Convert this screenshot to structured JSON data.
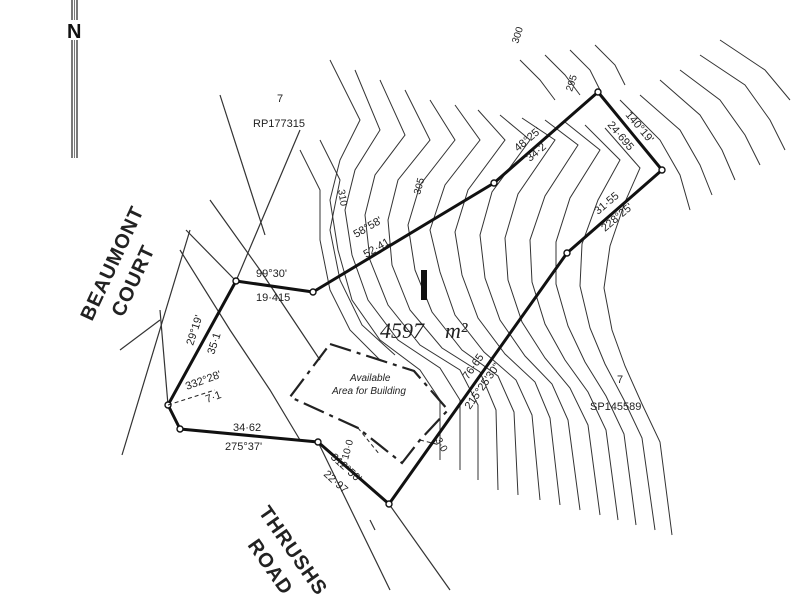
{
  "north": {
    "label": "N"
  },
  "roads": {
    "beaumont_1": "BEAUMONT",
    "beaumont_2": "COURT",
    "thrushs_1": "THRUSHS",
    "thrushs_2": "ROAD"
  },
  "lots": {
    "north_lot": "7",
    "north_plan": "RP177315",
    "east_lot": "7",
    "east_plan": "SP145589"
  },
  "area": {
    "value": "4597",
    "unit": "m²"
  },
  "building": {
    "line1": "Available",
    "line2": "Area for Building",
    "setback_1": "10·0",
    "setback_2": "3·0"
  },
  "contours": {
    "c300": "300",
    "c295": "295",
    "c305": "305",
    "c310": "310"
  },
  "boundary": {
    "top_bearing": "99°30'",
    "top_dist": "19·415",
    "ne_bearing": "58°58'",
    "ne_dist": "52·41",
    "n_bearing": "48°25'",
    "n_dist": "34·2",
    "nee_bearing": "140°19'",
    "nee_dist": "24·695",
    "e_bearing": "228°25'",
    "e_dist": "31·55",
    "se_bearing": "215°25'30\"",
    "se_dist": "76·65",
    "s_bearing": "312°50'",
    "s_dist": "22·97",
    "sw_bearing": "275°37'",
    "sw_dist": "34·62",
    "w_bearing": "332°28'",
    "w_dist": "7·1",
    "nw_bearing": "29°19'",
    "nw_dist": "35·1"
  }
}
